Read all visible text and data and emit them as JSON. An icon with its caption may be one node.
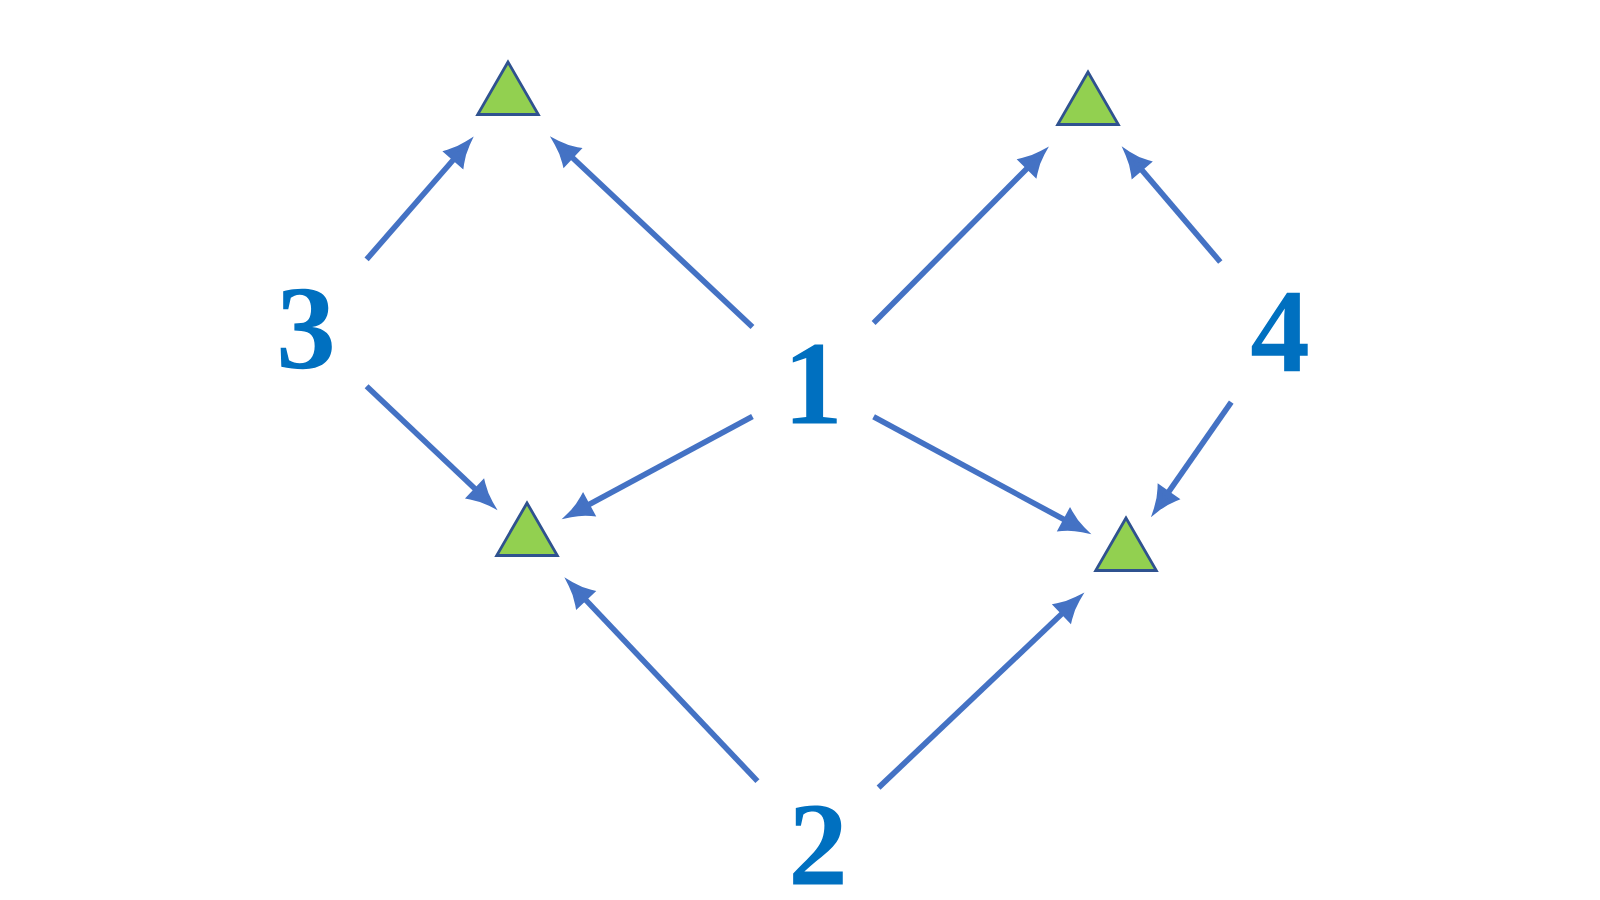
{
  "diagram": {
    "nodes": [
      {
        "text": [],
        "shape": "triangle"
      },
      {
        "text": [],
        "shape": "triangle"
      },
      {
        "text": [
          "3"
        ]
      },
      {
        "text": [
          "4"
        ]
      },
      {
        "text": [
          "1"
        ]
      },
      {
        "text": [],
        "shape": "triangle"
      },
      {
        "text": [],
        "shape": "triangle"
      },
      {
        "text": [
          "2"
        ]
      }
    ],
    "edges": [
      {
        "from": 2,
        "to": 0,
        "arrow": "to"
      },
      {
        "from": 4,
        "to": 0,
        "arrow": "to"
      },
      {
        "from": 4,
        "to": 1,
        "arrow": "to"
      },
      {
        "from": 3,
        "to": 1,
        "arrow": "to"
      },
      {
        "from": 2,
        "to": 5,
        "arrow": "to"
      },
      {
        "from": 4,
        "to": 5,
        "arrow": "to"
      },
      {
        "from": 4,
        "to": 6,
        "arrow": "to"
      },
      {
        "from": 3,
        "to": 6,
        "arrow": "to"
      },
      {
        "from": 7,
        "to": 5,
        "arrow": "to"
      },
      {
        "from": 7,
        "to": 6,
        "arrow": "to"
      }
    ]
  }
}
